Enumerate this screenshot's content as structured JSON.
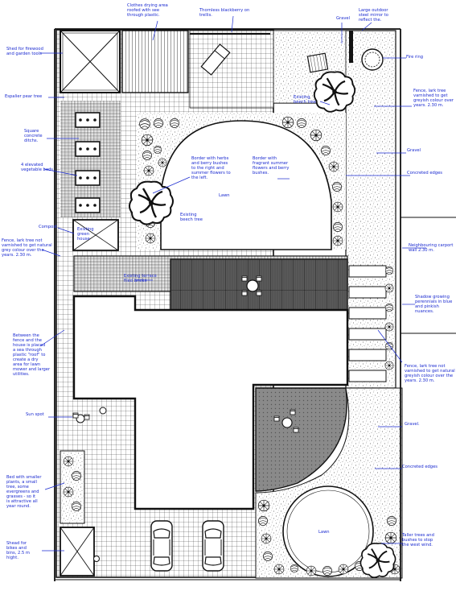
{
  "labels": {
    "clothes_drying": "Clothes drying area\nroofed with see\nthrough plastic.",
    "thornless_blackberry": "Thornless blackberry on\ntrellis.",
    "gravel_top": "Gravel",
    "large_mirror": "Large outdoor\nsteel mirror to\nreflect the.",
    "shed_firewood": "Shed for firewood\nand garden tools",
    "espalier": "Espalier pear tree",
    "fire_ring": "Fire ring",
    "existing_beech_top": "Existing\nbeech tree",
    "fence_top": "Fence, lark tree\nvarnished to get\ngreyish colour over\nyears. 2.30 m.",
    "square_ditches": "Square\nconcrete\nditchs.",
    "gravel_right": "Gravel",
    "elevated_beds": "4 elevated\nvegetable beds",
    "concreted_edges_top": "Concreted edges",
    "border_herbs": "Border with herbs\nand berry bushes\nto the right and\nsummer flowers to\nthe left.",
    "border_fragrant": "Border with\nfragrant summer\nflowers and berry\nbushes.",
    "lawn_top": "Lawn",
    "existing_beech_left": "Existing\nbeech tree",
    "compost": "Compost",
    "existing_green_house": "Existing\ngreen\nhouse",
    "fence_left": "Fence, lark tree not\nvarnished to get natural\ngrey colour over the\nyears. 2.30 m.",
    "neighbouring_carport": "Neighbouring carport\nwall 2.30 m.",
    "existing_terrace": "Existing terrace\nfiled bricks",
    "shadow_growing": "Shadow growing\nperennials in blue\nand pinkish\nnuances.",
    "between_fence": "Between the\nfence and the\nhouse is placed\na sea through\nplastic \"roof\" to\ncreate a dry\narea for lawn\nmower and larger\nutilities.",
    "fence_right_bottom": "Fence, lark tree not\nvarnished to get natural\ngreyish colour over the\nyears. 2.30 m.",
    "sun_spot": "Sun spot",
    "gravel_bottom": "Gravel.",
    "bed_smaller_plants": "Bed with smaller\nplants, a small\ntree, some\nevergreens and\ngrasses - so it\nis attractive all\nyear round.",
    "concreted_edges_bottom": "Concreted edges",
    "lawn_bottom": "Lawn",
    "shead_bikes": "Shead for\nbikes and\nbins, 2.5 m\nhight.",
    "taller_trees": "Taller trees and\nbushes to stop\nthe west wind."
  }
}
